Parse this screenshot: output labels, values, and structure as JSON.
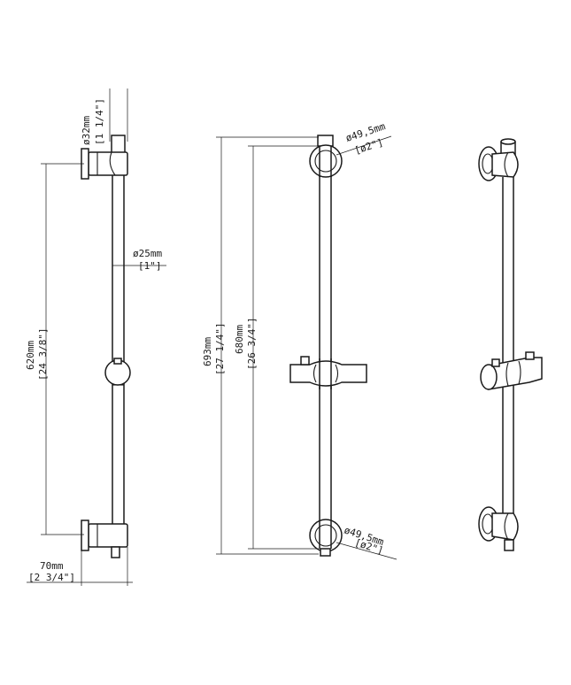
{
  "dimensions": {
    "bracket_diameter_mm": "ø32mm",
    "bracket_diameter_in": "[1 1/4\"]",
    "rail_diameter_mm": "ø25mm",
    "rail_diameter_in": "[1\"]",
    "length_mm": "620mm",
    "length_in": "[24 3/8\"]",
    "projection_mm": "70mm",
    "projection_in": "[2 3/4\"]",
    "overall_height_mm": "693mm",
    "overall_height_in": "[27 1/4\"]",
    "centers_mm": "680mm",
    "centers_in": "[26 3/4\"]",
    "flange_top_mm": "ø49,5mm",
    "flange_top_in": "[ø2\"]",
    "flange_bottom_mm": "ø49,5mm",
    "flange_bottom_in": "[ø2\"]"
  }
}
